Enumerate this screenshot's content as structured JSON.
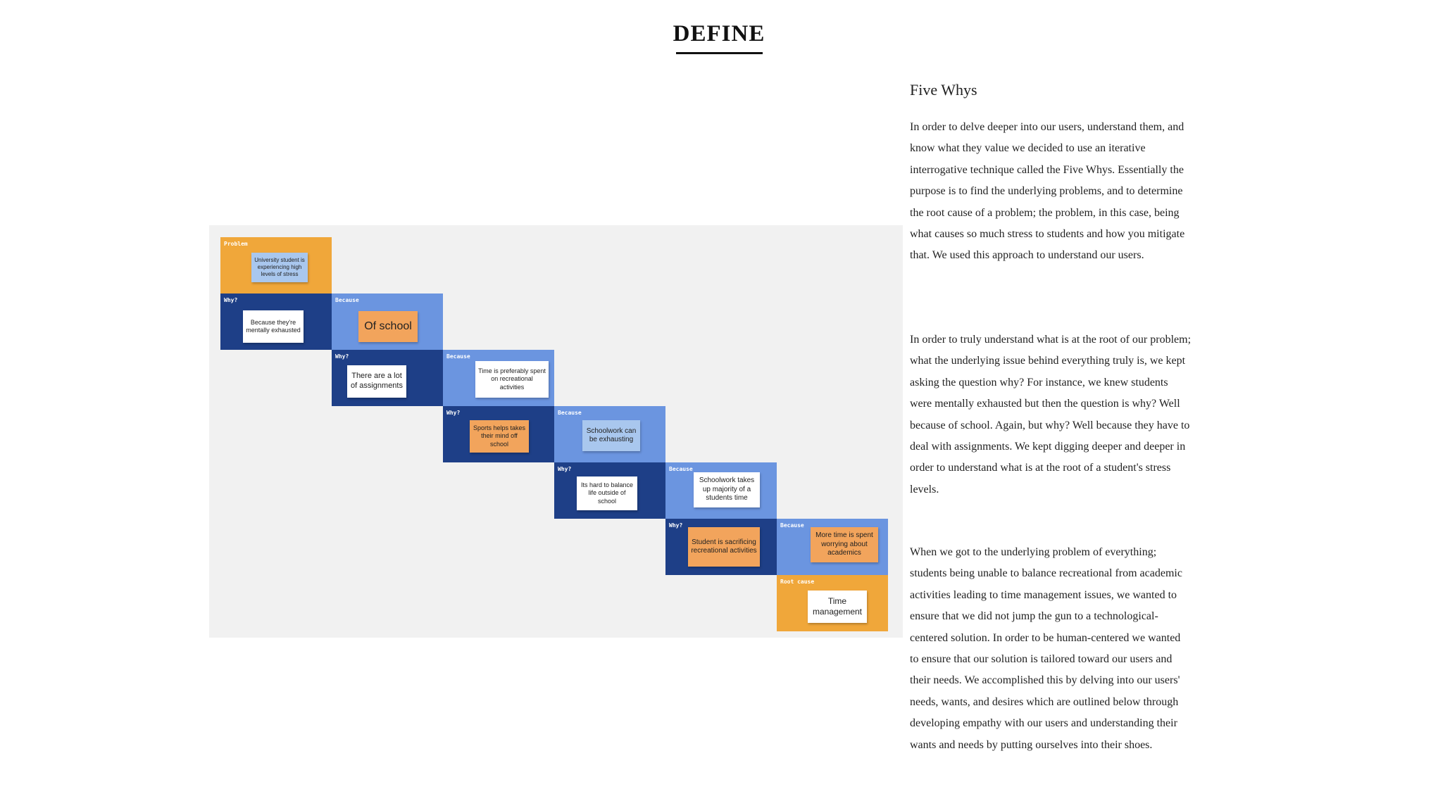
{
  "page": {
    "title": "DEFINE"
  },
  "diagram": {
    "colors": {
      "problem": "#f0a73a",
      "why": "#1e3f87",
      "because": "#6b95e0",
      "note_white": "#ffffff",
      "note_blue": "#a9c7ee",
      "note_orange": "#f2a45c",
      "background": "#f1f1f1"
    },
    "cells": [
      {
        "kind": "problem",
        "label": "Problem",
        "note": "University student is experiencing high levels of stress",
        "note_color": "blue"
      },
      {
        "kind": "why",
        "label": "Why?",
        "note": "Because they're mentally exhausted",
        "note_color": "white"
      },
      {
        "kind": "because",
        "label": "Because",
        "note": "Of school",
        "note_color": "orange"
      },
      {
        "kind": "why",
        "label": "Why?",
        "note": "There are a lot of assignments",
        "note_color": "white"
      },
      {
        "kind": "because",
        "label": "Because",
        "note": "Time is preferably spent on recreational activities",
        "note_color": "white"
      },
      {
        "kind": "why",
        "label": "Why?",
        "note": "Sports helps takes their mind off school",
        "note_color": "orange"
      },
      {
        "kind": "because",
        "label": "Because",
        "note": "Schoolwork can be exhausting",
        "note_color": "blue"
      },
      {
        "kind": "why",
        "label": "Why?",
        "note": "Its hard to balance life outside of school",
        "note_color": "white"
      },
      {
        "kind": "because",
        "label": "Because",
        "note": "Schoolwork takes up majority of a students time",
        "note_color": "white"
      },
      {
        "kind": "why",
        "label": "Why?",
        "note": "Student is sacrificing recreational activities",
        "note_color": "orange"
      },
      {
        "kind": "because",
        "label": "Because",
        "note": "More time is spent worrying about academics",
        "note_color": "orange"
      },
      {
        "kind": "root",
        "label": "Root cause",
        "note": "Time management",
        "note_color": "white"
      }
    ]
  },
  "side": {
    "heading": "Five Whys",
    "paragraphs": [
      "In order to delve deeper into our users, understand them, and know what they value we decided to use an iterative interrogative technique called the Five Whys. Essentially the purpose is to find the underlying problems, and to determine the root cause of a problem; the problem, in this case, being what causes so much stress to students and how you mitigate that. We used this approach to understand our users.",
      "In order to truly understand what is at the root of our problem; what the underlying issue behind everything truly is, we kept asking the question why? For instance, we knew students were mentally exhausted but then the question is why? Well because of school. Again, but why? Well because they have to deal with assignments. We kept digging deeper and deeper in order to understand what is at the root of a student's stress levels.",
      "When we got to the underlying problem of everything; students being unable to balance recreational from academic activities leading to time management issues, we wanted to ensure that we did not jump the gun to a technological-centered solution. In order to be human-centered we wanted to ensure that our solution is tailored toward our users and their needs. We accomplished this by delving into our users' needs, wants, and desires which are outlined below through developing empathy with our users and understanding their wants and needs by putting ourselves into their shoes."
    ]
  }
}
